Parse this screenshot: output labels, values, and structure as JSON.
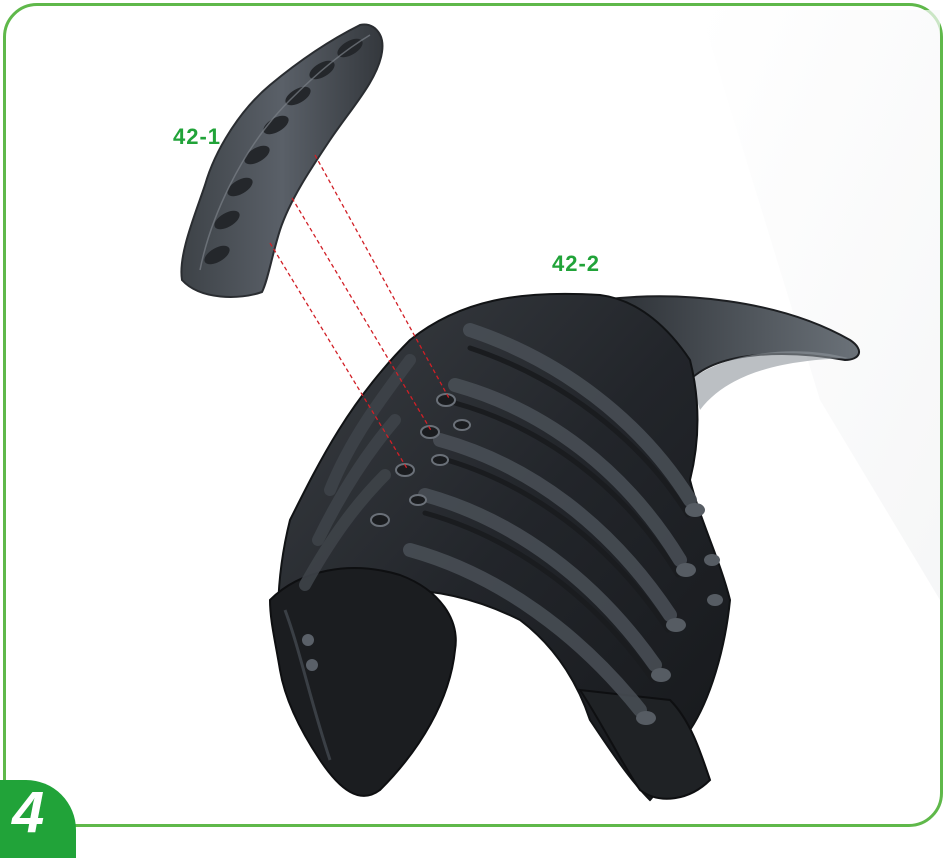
{
  "labels": {
    "part_1": "42-1",
    "part_2": "42-2"
  },
  "step": {
    "number": "4"
  },
  "colors": {
    "border": "#5fb84a",
    "label": "#21a339",
    "badge": "#21a339",
    "part_dark": "#2a2d31",
    "part_highlight": "#5a6068",
    "guide_line": "#d11f26"
  }
}
